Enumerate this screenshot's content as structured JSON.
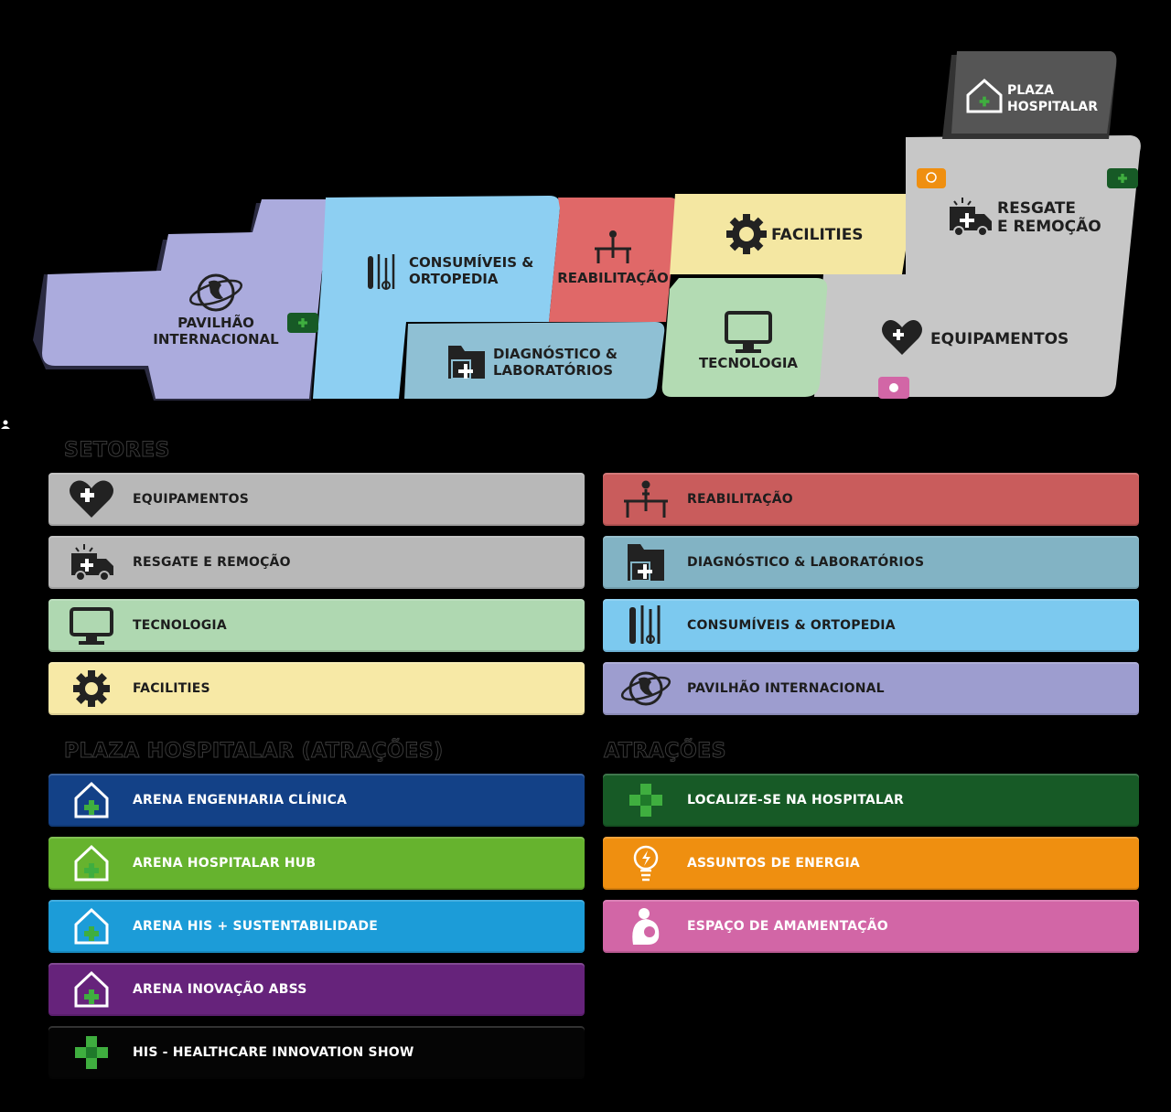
{
  "map": {
    "zones": {
      "pavilhao": {
        "label_line1": "PAVILHÃO",
        "label_line2": "INTERNACIONAL",
        "color": "#ababdd"
      },
      "consumiveis": {
        "label_line1": "CONSUMÍVEIS &",
        "label_line2": "ORTOPEDIA",
        "color": "#8dcff2"
      },
      "diagnostico": {
        "label_line1": "DIAGNÓSTICO &",
        "label_line2": "LABORATÓRIOS",
        "color": "#8fc0d4"
      },
      "reabilitacao": {
        "label": "REABILITAÇÃO",
        "color": "#e06868"
      },
      "facilities": {
        "label": "FACILITIES",
        "color": "#f4e7a2"
      },
      "tecnologia": {
        "label": "TECNOLOGIA",
        "color": "#b3dbb3"
      },
      "resgate": {
        "label_line1": "RESGATE",
        "label_line2": "E REMOÇÃO",
        "color": "#c7c7c7"
      },
      "equipamentos": {
        "label": "EQUIPAMENTOS",
        "color": "#c7c7c7"
      },
      "plaza": {
        "label_line1": "PLAZA",
        "label_line2": "HOSPITALAR",
        "color": "#555555"
      }
    }
  },
  "sections": {
    "setores": "SETORES",
    "plaza": "PLAZA HOSPITALAR (ATRAÇÕES)",
    "atracoes": "ATRAÇÕES"
  },
  "setores_left": [
    {
      "label": "EQUIPAMENTOS",
      "color": "#b8b8b8",
      "icon": "heart-plus-icon"
    },
    {
      "label": "RESGATE E REMOÇÃO",
      "color": "#b8b8b8",
      "icon": "ambulance-icon"
    },
    {
      "label": "TECNOLOGIA",
      "color": "#afd8b1",
      "icon": "monitor-icon"
    },
    {
      "label": "FACILITIES",
      "color": "#f7e9a6",
      "icon": "gear-wrench-icon"
    }
  ],
  "setores_right": [
    {
      "label": "REABILITAÇÃO",
      "color": "#c95c5c",
      "icon": "rehab-icon"
    },
    {
      "label": "DIAGNÓSTICO & LABORATÓRIOS",
      "color": "#82b3c4",
      "icon": "diagnosis-folder-icon"
    },
    {
      "label": "CONSUMÍVEIS & ORTOPEDIA",
      "color": "#7cc9ef",
      "icon": "surgical-tools-icon"
    },
    {
      "label": "PAVILHÃO INTERNACIONAL",
      "color": "#9d9dcf",
      "icon": "globe-icon"
    }
  ],
  "plaza_items": [
    {
      "label": "ARENA ENGENHARIA CLÍNICA",
      "color": "#134187",
      "icon": "hospital-building-icon"
    },
    {
      "label": "ARENA HOSPITALAR HUB",
      "color": "#66b32e",
      "icon": "hospital-building-icon"
    },
    {
      "label": "ARENA HIS + SUSTENTABILIDADE",
      "color": "#1c9cd8",
      "icon": "hospital-building-icon"
    },
    {
      "label": "ARENA INOVAÇÃO ABSS",
      "color": "#66237b",
      "icon": "hospital-building-icon"
    },
    {
      "label": "HIS - HEALTHCARE INNOVATION SHOW",
      "color": "#050505",
      "icon": "green-cross-icon"
    }
  ],
  "atracoes_items": [
    {
      "label": "LOCALIZE-SE NA HOSPITALAR",
      "color": "#175a26",
      "icon": "green-cross-icon"
    },
    {
      "label": "ASSUNTOS DE ENERGIA",
      "color": "#ef8f10",
      "icon": "lightbulb-icon"
    },
    {
      "label": "ESPAÇO DE AMAMENTAÇÃO",
      "color": "#d266a6",
      "icon": "nursing-icon"
    }
  ]
}
